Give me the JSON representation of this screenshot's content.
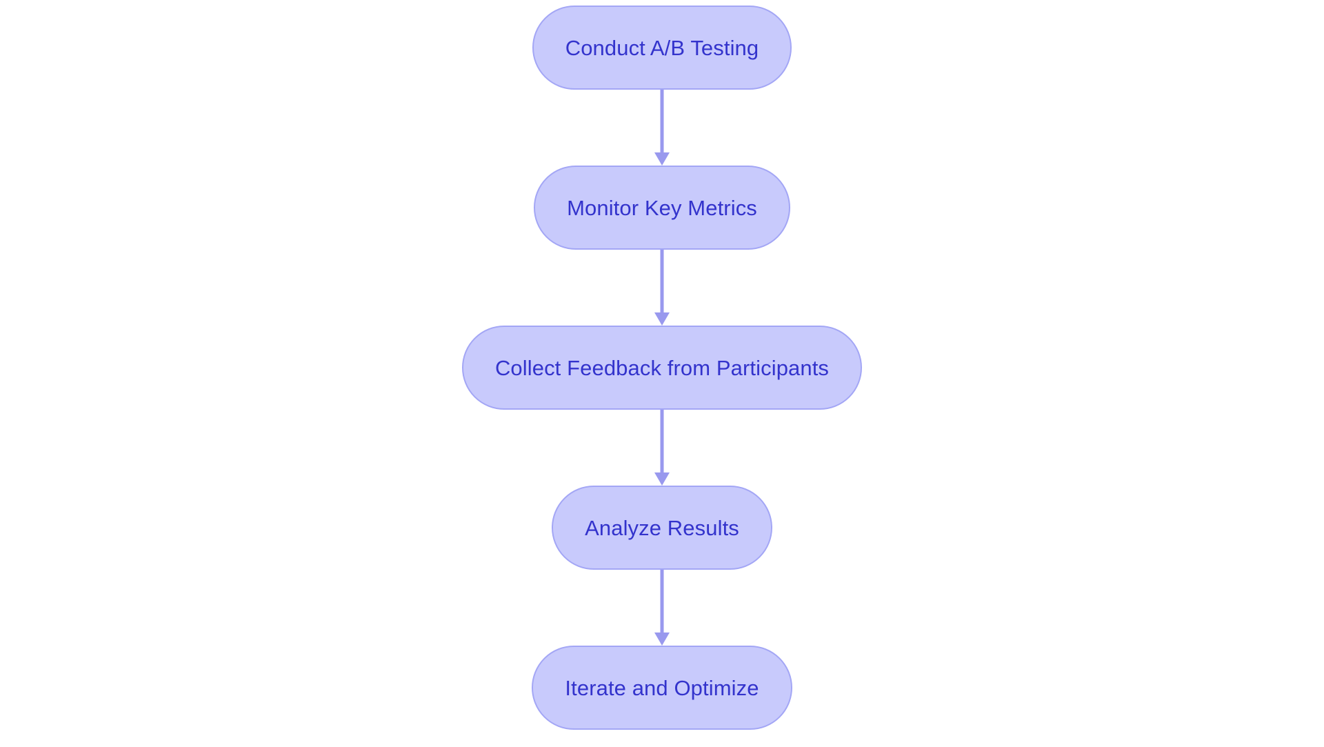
{
  "diagram": {
    "type": "flowchart",
    "orientation": "top-to-bottom",
    "background_color": "#ffffff",
    "node_fill_color": "#c8cafc",
    "node_border_color": "#a3a6f5",
    "node_text_color": "#3333cc",
    "connector_color": "#9999ee",
    "node_shape": "stadium",
    "nodes": [
      {
        "id": "conduct-ab-testing",
        "label": "Conduct A/B Testing"
      },
      {
        "id": "monitor-key-metrics",
        "label": "Monitor Key Metrics"
      },
      {
        "id": "collect-feedback-from-participants",
        "label": "Collect Feedback from Participants"
      },
      {
        "id": "analyze-results",
        "label": "Analyze Results"
      },
      {
        "id": "iterate-and-optimize",
        "label": "Iterate and Optimize"
      }
    ],
    "edges": [
      {
        "from": "conduct-ab-testing",
        "to": "monitor-key-metrics",
        "label": "",
        "arrow": "down-arrow-icon"
      },
      {
        "from": "monitor-key-metrics",
        "to": "collect-feedback-from-participants",
        "label": "",
        "arrow": "down-arrow-icon"
      },
      {
        "from": "collect-feedback-from-participants",
        "to": "analyze-results",
        "label": "",
        "arrow": "down-arrow-icon"
      },
      {
        "from": "analyze-results",
        "to": "iterate-and-optimize",
        "label": "",
        "arrow": "down-arrow-icon"
      }
    ]
  }
}
